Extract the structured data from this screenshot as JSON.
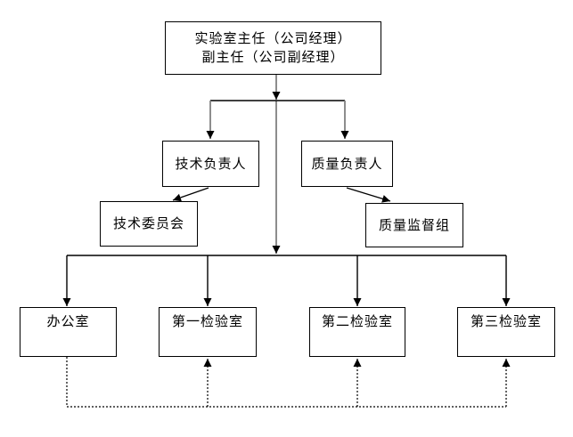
{
  "diagram": {
    "type": "org-chart",
    "root": {
      "line1": "实验室主任（公司经理）",
      "line2": "副主任（公司副经理）"
    },
    "nodes": [
      {
        "id": "tech-manager",
        "label": "技术负责人"
      },
      {
        "id": "quality-manager",
        "label": "质量负责人"
      },
      {
        "id": "tech-committee",
        "label": "技术委员会"
      },
      {
        "id": "quality-supervision",
        "label": "质量监督组"
      },
      {
        "id": "office",
        "label": "办公室"
      },
      {
        "id": "lab-1",
        "label": "第一检验室"
      },
      {
        "id": "lab-2",
        "label": "第二检验室"
      },
      {
        "id": "lab-3",
        "label": "第三检验室"
      }
    ],
    "colors": {
      "background": "#ffffff",
      "box_border": "#000000",
      "solid_line": "#000000",
      "vertical_trunk_line": "#808080",
      "dotted_line": "#000000",
      "arrowhead": "#000000"
    },
    "line_styles": {
      "solid": "direct reporting / assignment",
      "dotted": "feedback loop from bottom row"
    }
  }
}
